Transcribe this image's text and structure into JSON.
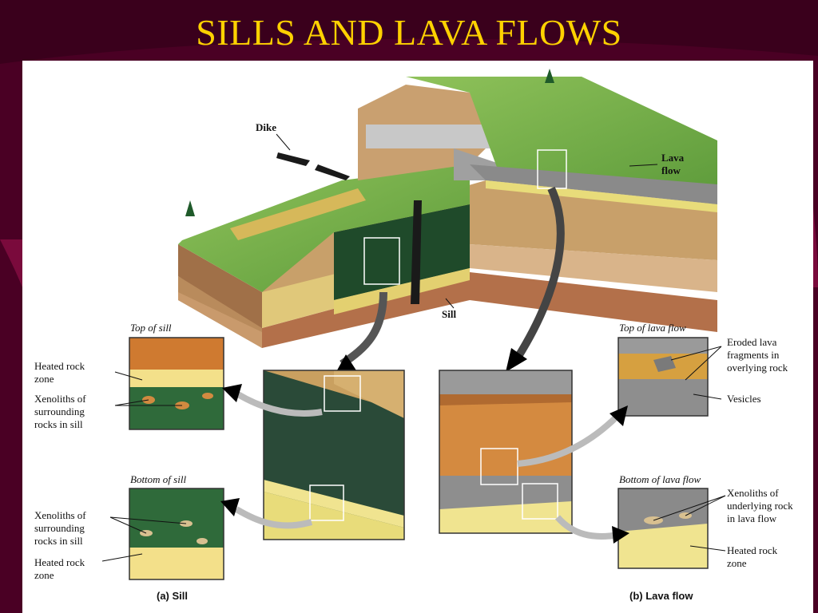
{
  "slide": {
    "title": "SILLS AND LAVA FLOWS",
    "colors": {
      "background": "#4a0024",
      "title": "#ffd200",
      "panel": "#ffffff"
    }
  },
  "block": {
    "dike_label": "Dike",
    "lava_flow_label": [
      "Lava",
      "flow"
    ],
    "sill_label": "Sill"
  },
  "sill_panel": {
    "caption": "(a) Sill",
    "top": {
      "title": "Top of sill",
      "heated_zone": [
        "Heated rock",
        "zone"
      ],
      "xenoliths": [
        "Xenoliths of",
        "surrounding",
        "rocks in sill"
      ]
    },
    "bottom": {
      "title": "Bottom of sill",
      "xenoliths": [
        "Xenoliths of",
        "surrounding",
        "rocks in sill"
      ],
      "heated_zone": [
        "Heated rock",
        "zone"
      ]
    }
  },
  "lava_panel": {
    "caption": "(b) Lava flow",
    "top": {
      "title": "Top of lava flow",
      "eroded": [
        "Eroded lava",
        "fragments in",
        "overlying rock"
      ],
      "vesicles": "Vesicles"
    },
    "bottom": {
      "title": "Bottom of lava flow",
      "xenoliths": [
        "Xenoliths of",
        "underlying rock",
        "in lava flow"
      ],
      "heated_zone": [
        "Heated rock",
        "zone"
      ]
    }
  }
}
